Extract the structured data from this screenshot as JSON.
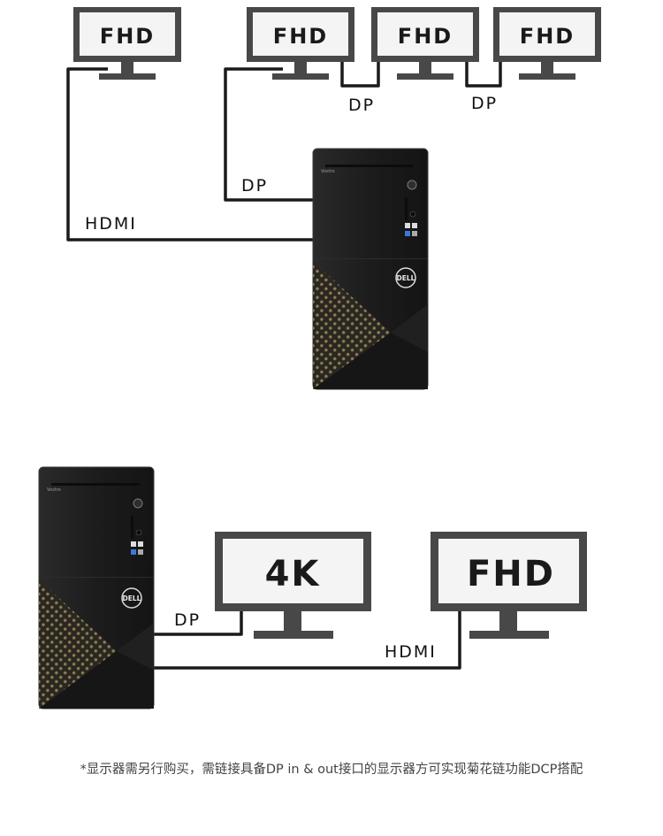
{
  "top_diagram": {
    "monitors": [
      {
        "label": "FHD"
      },
      {
        "label": "FHD"
      },
      {
        "label": "FHD"
      },
      {
        "label": "FHD"
      }
    ],
    "cables": {
      "hdmi": "HDMI",
      "dp_main": "DP",
      "dp_chain_1": "DP",
      "dp_chain_2": "DP"
    },
    "pc": {
      "brand": "Vostro",
      "logo": "DELL"
    }
  },
  "bottom_diagram": {
    "monitors": [
      {
        "label": "4K"
      },
      {
        "label": "FHD"
      }
    ],
    "cables": {
      "dp": "DP",
      "hdmi": "HDMI"
    },
    "pc": {
      "brand": "Vostro",
      "logo": "DELL"
    }
  },
  "footnote": "*显示器需另行购买，需链接具备DP in & out接口的显示器方可实现菊花链功能DCP搭配",
  "colors": {
    "monitor_frame": "#484848",
    "screen": "#f4f4f4",
    "cable": "#1a1a1a",
    "pc_body": "#1d1d1d",
    "pc_accent": "#6e6348"
  },
  "icons": [
    "monitor-icon",
    "desktop-tower-icon",
    "dell-logo-icon"
  ]
}
